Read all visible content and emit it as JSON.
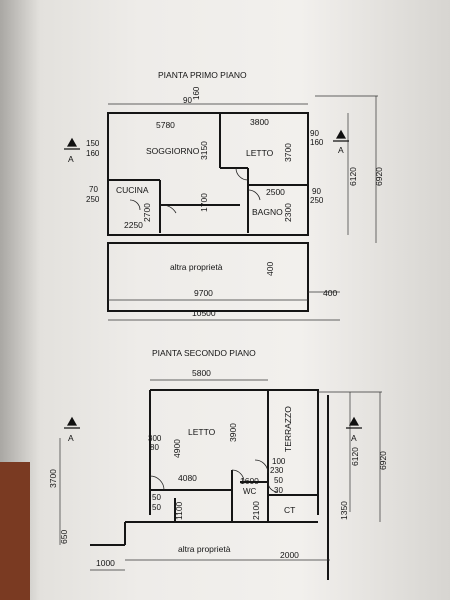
{
  "plan1": {
    "title": "PIANTA PRIMO PIANO",
    "rooms": {
      "soggiorno": "SOGGIORNO",
      "letto": "LETTO",
      "cucina": "CUCINA",
      "bagno": "BAGNO"
    },
    "dims": {
      "top_90": "90",
      "top_160": "160",
      "d5780": "5780",
      "d3800": "3800",
      "d3150": "3150",
      "d3700": "3700",
      "l150": "150",
      "l160": "160",
      "r90": "90",
      "r160": "160",
      "r90b": "90",
      "r250": "250",
      "l70": "70",
      "l250": "250",
      "d2700": "2700",
      "d1700": "1700",
      "d2500": "2500",
      "d2300": "2300",
      "d2250": "2250",
      "v6120": "6120",
      "v6920": "6920",
      "d400v": "400",
      "d9700": "9700",
      "d400": "400",
      "d10500": "10500"
    },
    "neighbor": "altra proprietà",
    "section_marks": [
      "A",
      "A"
    ]
  },
  "plan2": {
    "title": "PIANTA SECONDO PIANO",
    "rooms": {
      "letto": "LETTO",
      "terrazzo": "TERRAZZO",
      "wc": "WC",
      "ct": "CT"
    },
    "dims": {
      "d5800": "5800",
      "d300": "300",
      "d80": "80",
      "d4900": "4900",
      "d3900": "3900",
      "d100": "100",
      "d230": "230",
      "d4080": "4080",
      "d1600": "1600",
      "d50a": "50",
      "d50b": "50",
      "d50c": "50",
      "d30": "30",
      "d1100": "1100",
      "d2100": "2100",
      "d1350": "1350",
      "v6120": "6120",
      "v6920": "6920",
      "d3700": "3700",
      "d650": "650",
      "d1000": "1000",
      "d2000": "2000"
    },
    "neighbor": "altra proprietà",
    "section_marks": [
      "A",
      "A"
    ]
  },
  "colors": {
    "paper": "#f0eeeb",
    "ink": "#151515",
    "table": "#7a3a22"
  }
}
